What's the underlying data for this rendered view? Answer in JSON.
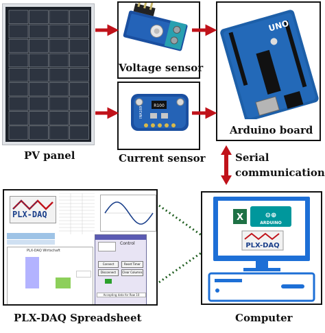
{
  "labels": {
    "pv_panel": "PV panel",
    "voltage_sensor": "Voltage sensor",
    "current_sensor": "Current sensor",
    "arduino_board": "Arduino board",
    "serial_line1": "Serial",
    "serial_line2": "communication",
    "spreadsheet": "PLX-DAQ Spreadsheet",
    "computer": "Computer"
  },
  "board_text": {
    "arduino_uno": "UNO",
    "current_chip": "R100",
    "current_part": "INA169"
  },
  "computer_screen": {
    "arduino_text": "ARDUINO",
    "plx_text": "PLX-DAQ"
  },
  "spreadsheet_ui": {
    "logo_text": "PLX-DAQ",
    "chart_title": "PLX-DAQ Wirtschaft",
    "control_title": "Control",
    "connect_button": "Connect",
    "disconnect_button": "Disconnect",
    "reset_timer_button": "Reset Timer",
    "clear_columns_button": "Clear Columns",
    "status_text": "Accepting data for Row 10"
  },
  "colors": {
    "arrow": "#c0121a",
    "dotted_line": "#1f5d1f",
    "arduino_blue": "#1d5fa8",
    "sensor_blue": "#1a4fa0",
    "plx_red": "#c0121a",
    "plx_blue": "#1a3f8a",
    "computer_blue": "#1d6fd6"
  }
}
